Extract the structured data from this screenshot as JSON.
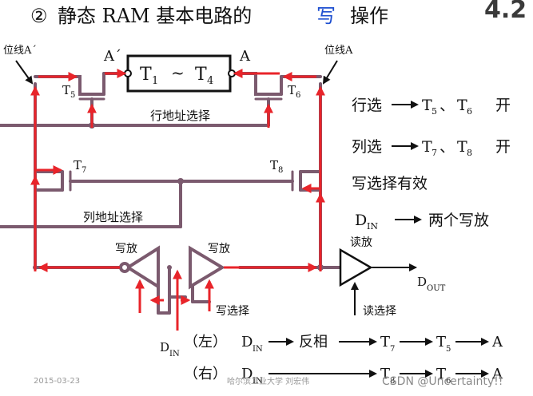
{
  "title": {
    "prefix": "②",
    "text": "静态 RAM 基本电路的",
    "highlight": "写",
    "suffix": "操作"
  },
  "section_number": "4.2",
  "labels": {
    "bitline_a_bar": "位线A´",
    "bitline_a": "位线A",
    "node_a_bar": "A´",
    "node_a": "A",
    "flipflop": "T",
    "flipflop_sub1": "1",
    "flipflop_tilde": "~",
    "flipflop_t4": "T",
    "flipflop_sub4": "4",
    "t5": "T",
    "t5_sub": "5",
    "t6": "T",
    "t6_sub": "6",
    "t7": "T",
    "t7_sub": "7",
    "t8": "T",
    "t8_sub": "8",
    "row_select": "行地址选择",
    "col_select": "列地址选择",
    "write_amp_left": "写放",
    "write_amp_right": "写放",
    "read_amp": "读放",
    "write_select": "写选择",
    "read_select": "读选择",
    "din": "D",
    "din_sub": "IN",
    "dout": "D",
    "dout_sub": "OUT"
  },
  "notes": [
    {
      "label": "行选",
      "sub1": "5",
      "sep": "、",
      "sub2": "6",
      "tail": "开"
    },
    {
      "label": "列选",
      "sub1": "7",
      "sep": "、",
      "sub2": "8",
      "tail": "开"
    },
    {
      "label": "写选择有效"
    },
    {
      "label": "D",
      "sub": "IN",
      "tail": "两个写放"
    }
  ],
  "paths": {
    "left": {
      "prefix": "（左）",
      "din": "D",
      "din_sub": "IN",
      "step1": "反相",
      "t7": "T",
      "t7_sub": "7",
      "t5": "T",
      "t5_sub": "5",
      "end": "A"
    },
    "right": {
      "prefix": "（右）",
      "din": "D",
      "din_sub": "IN",
      "t8": "T",
      "t8_sub": "8",
      "t6": "T",
      "t6_sub": "6",
      "end": "A"
    }
  },
  "footer": {
    "date": "2015-03-23",
    "school": "哈尔滨工业大学  刘宏伟",
    "watermark": "CSDN @Uncertainty!!"
  },
  "colors": {
    "wire": "#7b5a6e",
    "arrow": "#e8242a",
    "text": "#111111",
    "highlight": "#1e4fd0",
    "section": "#3a3a3a"
  }
}
